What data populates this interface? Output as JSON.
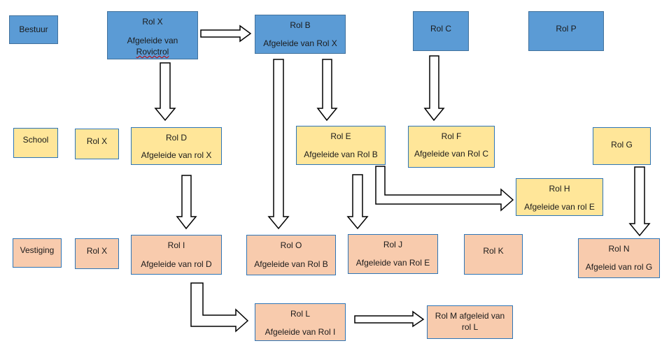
{
  "levels": {
    "bestuur": "Bestuur",
    "school": "School",
    "vestiging": "Vestiging"
  },
  "bestuur_row": {
    "rol_x": {
      "title": "Rol X",
      "sub1": "Afgeleide van",
      "sub2": "Rovictrol"
    },
    "rol_b": {
      "title": "Rol B",
      "sub": "Afgeleide van Rol X"
    },
    "rol_c": {
      "title": "Rol C"
    },
    "rol_p": {
      "title": "Rol P"
    }
  },
  "school_row": {
    "rol_x": {
      "title": "Rol X"
    },
    "rol_d": {
      "title": "Rol D",
      "sub": "Afgeleide van rol X"
    },
    "rol_e": {
      "title": "Rol E",
      "sub": "Afgeleide van Rol B"
    },
    "rol_f": {
      "title": "Rol F",
      "sub": "Afgeleide van Rol C"
    },
    "rol_g": {
      "title": "Rol G"
    },
    "rol_h": {
      "title": "Rol H",
      "sub": "Afgeleide van rol E"
    }
  },
  "vestiging_row": {
    "rol_x": {
      "title": "Rol X"
    },
    "rol_i": {
      "title": "Rol I",
      "sub": "Afgeleide van rol D"
    },
    "rol_o": {
      "title": "Rol O",
      "sub": "Afgeleide van Rol B"
    },
    "rol_j": {
      "title": "Rol J",
      "sub": "Afgeleide van Rol E"
    },
    "rol_k": {
      "title": "Rol K"
    },
    "rol_n": {
      "title": "Rol N",
      "sub": "Afgeleid van rol G"
    },
    "rol_l": {
      "title": "Rol L",
      "sub": "Afgeleide van Rol I"
    },
    "rol_m": {
      "line1": "Rol M afgeleid van",
      "line2": "rol L"
    }
  },
  "colors": {
    "bestuur": "#5b9bd5",
    "school": "#ffe699",
    "vestiging": "#f8cbad",
    "border": "#2e75b6"
  }
}
